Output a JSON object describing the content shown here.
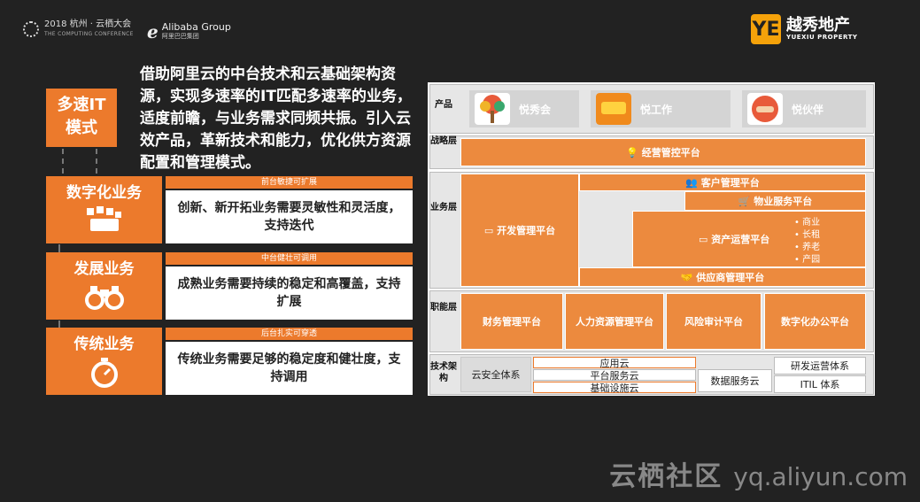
{
  "header": {
    "conference_title": "2018 杭州 · 云栖大会",
    "conference_subtitle": "THE COMPUTING CONFERENCE",
    "alibaba_name": "Alibaba Group",
    "alibaba_cn": "阿里巴巴集团",
    "yuexiu_cn": "越秀地产",
    "yuexiu_en": "YUEXIU PROPERTY",
    "yuexiu_mark": "YE"
  },
  "left": {
    "multi_speed_label_line1": "多速IT",
    "multi_speed_label_line2": "模式",
    "intro": "借助阿里云的中台技术和云基础架构资源，实现多速率的IT匹配多速率的业务，适度前瞻，与业务需求同频共振。引入云效产品，革新技术和能力，优化供方资源配置和管理模式。",
    "rows": [
      {
        "title": "数字化业务",
        "tag": "前台敏捷可扩展",
        "body": "创新、新开拓业务需要灵敏性和灵活度，支持迭代",
        "icon": "dice-icon"
      },
      {
        "title": "发展业务",
        "tag": "中台健壮可调用",
        "body": "成熟业务需要持续的稳定和高覆盖，支持扩展",
        "icon": "binoculars-icon"
      },
      {
        "title": "传统业务",
        "tag": "后台扎实可穿透",
        "body": "传统业务需要足够的稳定度和健壮度，支持调用",
        "icon": "stopwatch-icon"
      }
    ]
  },
  "diagram": {
    "layers": {
      "product": "产品",
      "strategy": "战略层",
      "business": "业务层",
      "function": "职能层",
      "tech": "技术架构"
    },
    "products": [
      {
        "name": "悦秀会",
        "icon": "tree-icon"
      },
      {
        "name": "悦工作",
        "icon": "work-app-icon"
      },
      {
        "name": "悦伙伴",
        "icon": "handshake-icon"
      }
    ],
    "strategy_platform": "经营管控平台",
    "business": {
      "dev": "开发管理平台",
      "customer": "客户管理平台",
      "property": "物业服务平台",
      "asset": "资产运营平台",
      "asset_items": [
        "商业",
        "长租",
        "养老",
        "产园"
      ],
      "supplier": "供应商管理平台"
    },
    "functions": [
      "财务管理平台",
      "人力资源管理平台",
      "风险审计平台",
      "数字化办公平台"
    ],
    "tech": {
      "security": "云安全体系",
      "app_cloud": "应用云",
      "platform_cloud": "平台服务云",
      "infra_cloud": "基础设施云",
      "data_cloud": "数据服务云",
      "devops": "研发运营体系",
      "itil": "ITIL 体系"
    }
  },
  "watermark": {
    "cn": "云栖社区",
    "url": "yq.aliyun.com"
  },
  "colors": {
    "accent": "#ec7a2c",
    "background": "#222222"
  }
}
